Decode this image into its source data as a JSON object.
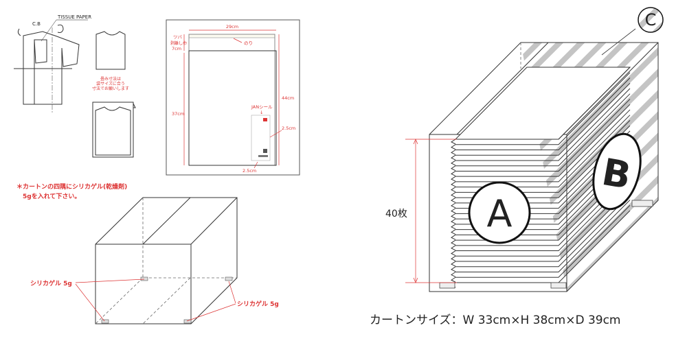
{
  "colors": {
    "annotation": "#dd3333",
    "line": "#333333",
    "hatch": "#bbbbbb"
  },
  "folding": {
    "tissue_label": "TISSUE PAPER",
    "cb_label": "C.B",
    "note_lines": [
      "畳み寸法は",
      "袋サイズに合う",
      "寸法でお願いします"
    ]
  },
  "bag": {
    "width": "29cm",
    "flap_lines": [
      "ツバ",
      "剥離し巾",
      "7cm"
    ],
    "glue": "のり",
    "body_height": "37cm",
    "total_height": "44cm",
    "jan_label": "JANシール",
    "jan_arrow": "↓",
    "offset_right": "2.5cm",
    "offset_bottom": "2.5cm"
  },
  "carton_note": {
    "lines": [
      "＊カートンの四隅にシリカゲル(乾燥剤)",
      "5gを入れて下さい。"
    ],
    "silica_left": "シリカゲル 5g",
    "silica_right": "シリカゲル 5g"
  },
  "packing": {
    "count": "40枚",
    "sheets": 28,
    "label_a": "A",
    "label_b": "B",
    "label_c": "C",
    "carton_size": "カートンサイズ：W 33cm×H 38cm×D 39cm"
  }
}
